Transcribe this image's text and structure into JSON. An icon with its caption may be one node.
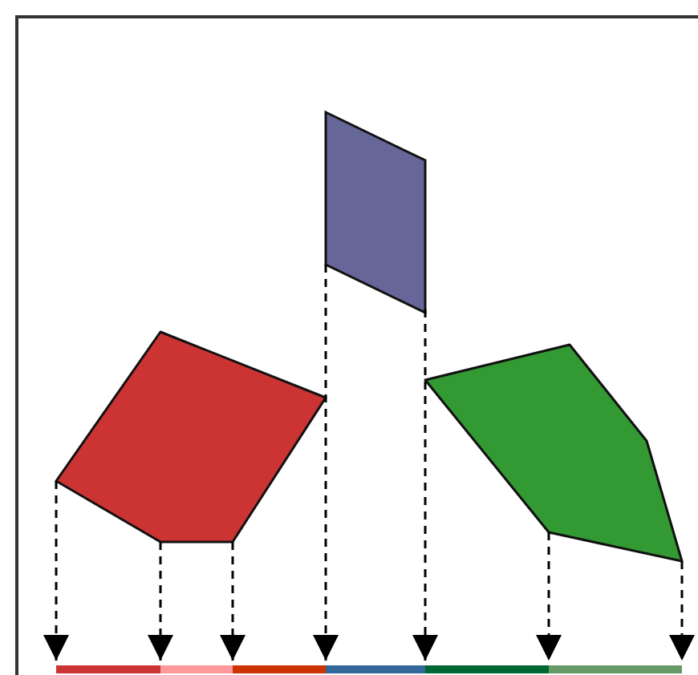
{
  "diagram": {
    "nodes": [
      {
        "text": [],
        "shape": "pentagon"
      },
      {
        "text": [],
        "shape": "parallelogram"
      },
      {
        "text": [],
        "shape": "pentagon"
      }
    ],
    "edges": [
      {
        "from": 0,
        "to": null,
        "arrow": "to",
        "style": "dashed"
      },
      {
        "from": 0,
        "to": null,
        "arrow": "to",
        "style": "dashed"
      },
      {
        "from": 0,
        "to": null,
        "arrow": "to",
        "style": "dashed"
      },
      {
        "from": 1,
        "to": null,
        "arrow": "to",
        "style": "dashed"
      },
      {
        "from": 1,
        "to": null,
        "arrow": "to",
        "style": "dashed"
      },
      {
        "from": 2,
        "to": null,
        "arrow": "to",
        "style": "dashed"
      },
      {
        "from": 2,
        "to": null,
        "arrow": "to",
        "style": "dashed"
      }
    ]
  }
}
